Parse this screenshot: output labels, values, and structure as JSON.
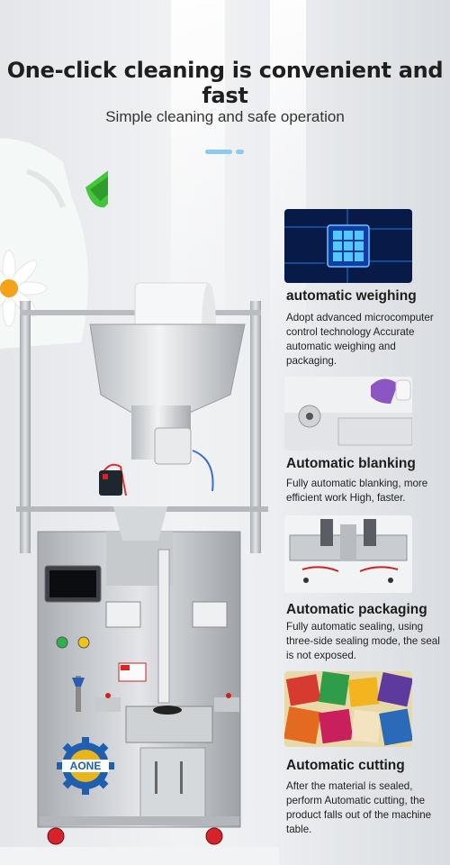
{
  "header": {
    "title": "One-click cleaning is convenient and fast",
    "subtitle": "Simple cleaning and safe operation"
  },
  "features": [
    {
      "title": "automatic weighing",
      "description": "Adopt advanced microcomputer control technology Accurate automatic weighing and packaging.",
      "image_icon": "circuit-chip-image"
    },
    {
      "title": "Automatic blanking",
      "description": "Fully automatic blanking, more efficient work High, faster.",
      "image_icon": "blanking-nozzle-image"
    },
    {
      "title": "Automatic packaging",
      "description": "Fully automatic sealing, using three-side sealing mode, the seal is not exposed.",
      "image_icon": "sealing-unit-image"
    },
    {
      "title": "Automatic cutting",
      "description": "After the material is sealed, perform Automatic cutting, the product falls out of the machine table.",
      "image_icon": "packaged-snacks-image"
    }
  ],
  "machine": {
    "brand_logo": "AONE",
    "colors": {
      "steel": "#c9ccd0",
      "accent_blue": "#1f5fb0",
      "logo_gold": "#e8b51c",
      "button_green": "#2bb34a",
      "button_yellow": "#f2c21b",
      "wheel_red": "#d4242b"
    }
  },
  "accent": {
    "dash_color": "#8ec9ef"
  }
}
